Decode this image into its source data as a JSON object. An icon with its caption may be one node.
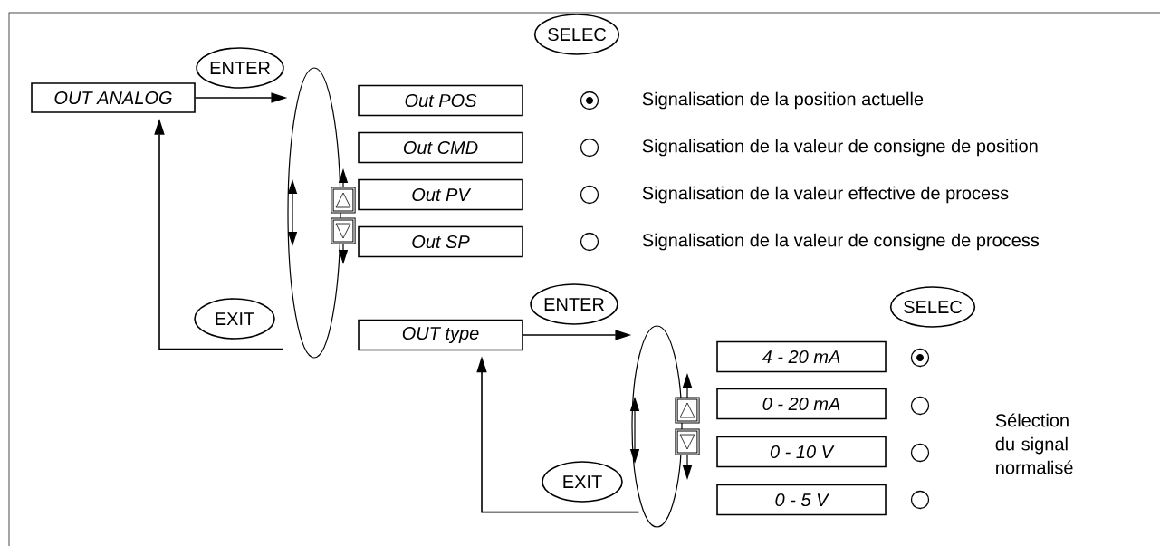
{
  "diagram": {
    "nodes": [
      {
        "text": [
          "SELEC"
        ]
      },
      {
        "text": [
          "ENTER"
        ]
      },
      {
        "text": [
          "OUT ANALOG"
        ]
      },
      {
        "text": [],
        "shape": "ellipse"
      },
      {
        "text": [
          "Out POS"
        ]
      },
      {
        "text": [
          "Out CMD"
        ]
      },
      {
        "text": [
          "Out  PV"
        ]
      },
      {
        "text": [
          "Out  SP"
        ]
      },
      {
        "text": [
          "EXIT"
        ]
      },
      {
        "text": [
          "ENTER"
        ]
      },
      {
        "text": [
          "OUT type"
        ]
      },
      {
        "text": [
          "SELEC"
        ]
      },
      {
        "text": [],
        "shape": "ellipse"
      },
      {
        "text": [
          "4 - 20 mA"
        ]
      },
      {
        "text": [
          "0 - 20 mA"
        ]
      },
      {
        "text": [
          "0 - 10 V"
        ]
      },
      {
        "text": [
          "EXIT"
        ]
      },
      {
        "text": [
          "0 - 5 V"
        ]
      }
    ],
    "edges": [
      {
        "from": 2,
        "to": 3,
        "arrow": "to"
      },
      {
        "from": 3,
        "to": 2,
        "arrow": "to"
      },
      {
        "from": 10,
        "to": 12,
        "arrow": "to"
      },
      {
        "from": 12,
        "to": 10,
        "arrow": "to"
      }
    ],
    "labels": [
      "Signalisation de la position actuelle",
      "Signalisation de la valeur de consigne de position",
      "Signalisation de la valeur effective de process",
      "Signalisation de la valeur de consigne de process",
      "Sélection du signal normalisé"
    ]
  }
}
